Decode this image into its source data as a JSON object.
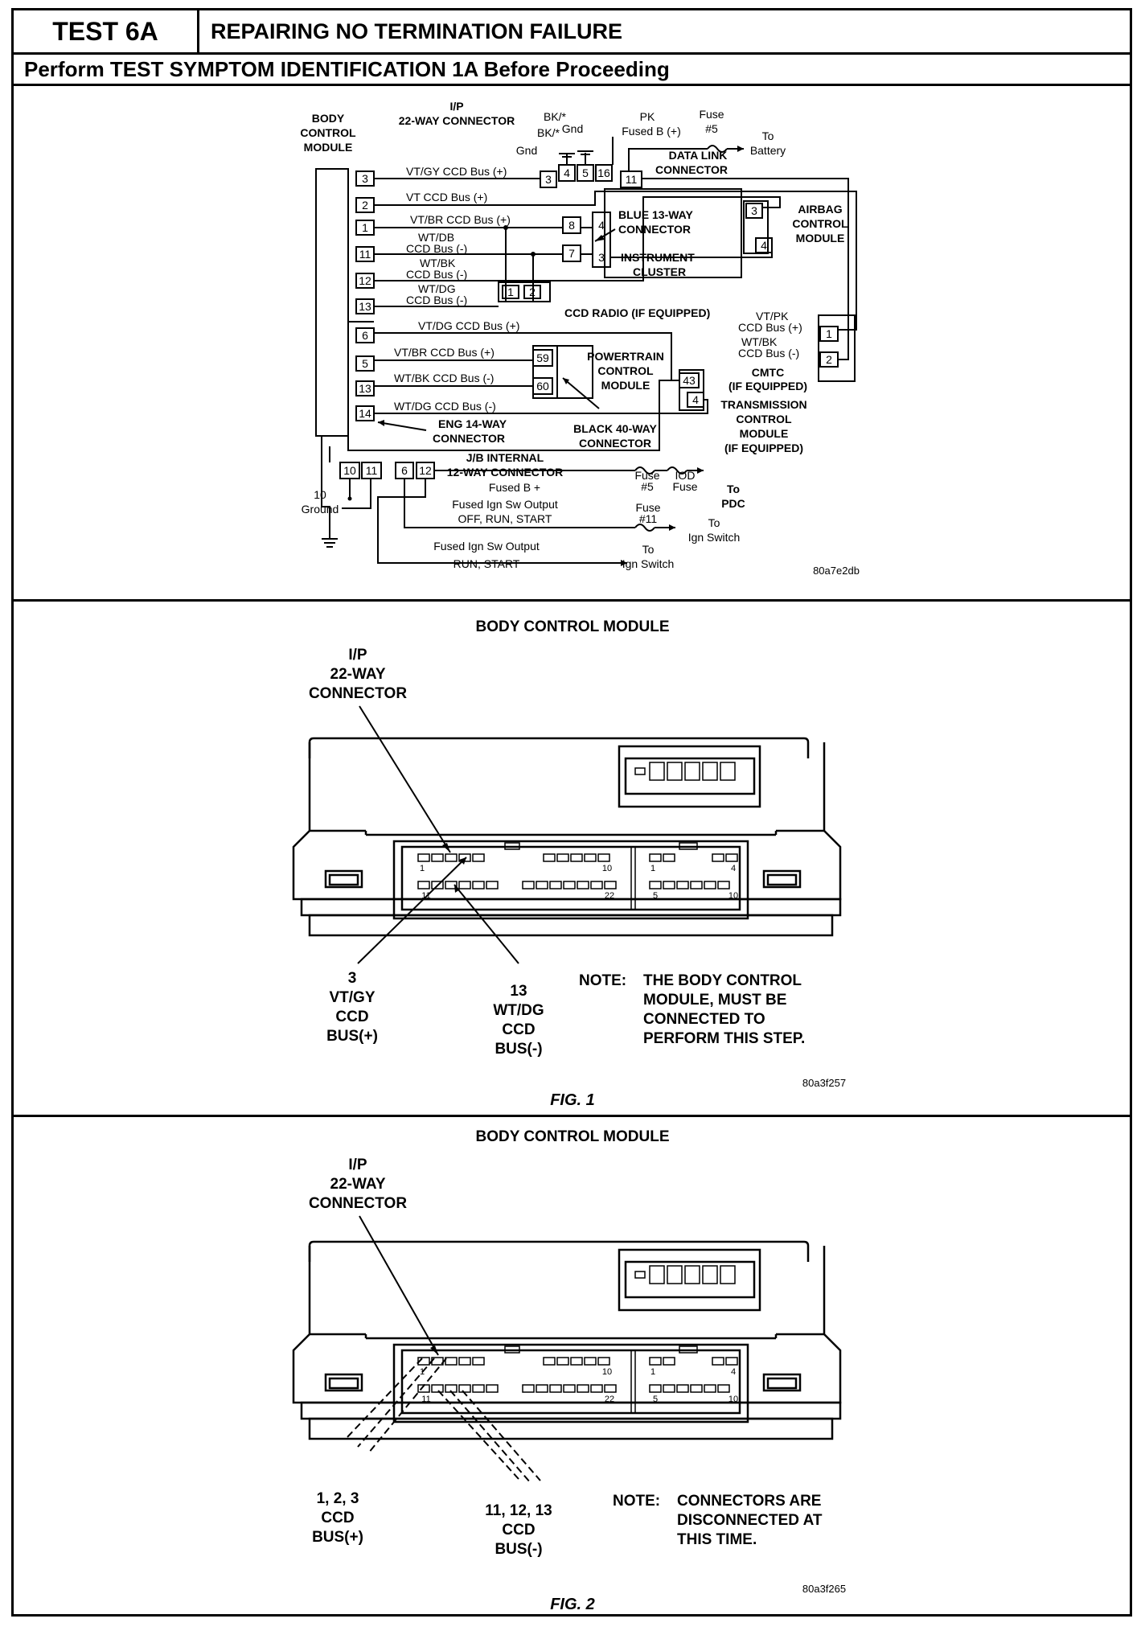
{
  "header": {
    "test_id": "TEST 6A",
    "title": "REPAIRING NO TERMINATION FAILURE",
    "prerequisite": "Perform TEST SYMPTOM IDENTIFICATION 1A Before Proceeding"
  },
  "wiring": {
    "bcm_label_1": "BODY",
    "bcm_label_2": "CONTROL",
    "bcm_label_3": "MODULE",
    "ip_label_1": "I/P",
    "ip_label_2": "22-WAY CONNECTOR",
    "bk_gnd_1a": "BK/*",
    "bk_gnd_1b": "Gnd",
    "bk_gnd_2a": "BK/*",
    "bk_gnd_2b": "Gnd",
    "pk_fused_a": "PK",
    "pk_fused_b": "Fused B (+)",
    "fuse5_a": "Fuse",
    "fuse5_b": "#5",
    "to_battery_a": "To",
    "to_battery_b": "Battery",
    "dlc_label_1": "DATA LINK",
    "dlc_label_2": "CONNECTOR",
    "wire_vtgy": "VT/GY  CCD Bus (+)",
    "wire_vt": "VT  CCD Bus (+)",
    "wire_vtbr": "VT/BR  CCD Bus (+)",
    "wire_wtdb_a": "WT/DB",
    "wire_wtdb_b": "CCD Bus (-)",
    "wire_wtbk_a": "WT/BK",
    "wire_wtbk_b": "CCD Bus (-)",
    "wire_wtdg_a": "WT/DG",
    "wire_wtdg_b": "CCD Bus (-)",
    "blue13_a": "BLUE 13-WAY",
    "blue13_b": "CONNECTOR",
    "instr_a": "INSTRUMENT",
    "instr_b": "CLUSTER",
    "airbag_a": "AIRBAG",
    "airbag_b": "CONTROL",
    "airbag_c": "MODULE",
    "radio": "CCD RADIO (IF EQUIPPED)",
    "wire_vtdg": "VT/DG  CCD Bus (+)",
    "wire_vtbr2": "VT/BR  CCD Bus (+)",
    "wire_wtbk2": "WT/BK  CCD Bus (-)",
    "wire_wtdg2": "WT/DG  CCD Bus (-)",
    "cmtc_vtpk_a": "VT/PK",
    "cmtc_vtpk_b": "CCD Bus (+)",
    "cmtc_wtbk_a": "WT/BK",
    "cmtc_wtbk_b": "CCD Bus (-)",
    "cmtc_a": "CMTC",
    "cmtc_b": "(IF EQUIPPED)",
    "pcm_a": "POWERTRAIN",
    "pcm_b": "CONTROL",
    "pcm_c": "MODULE",
    "tcm_a": "TRANSMISSION",
    "tcm_b": "CONTROL",
    "tcm_c": "MODULE",
    "tcm_d": "(IF EQUIPPED)",
    "eng_a": "ENG 14-WAY",
    "eng_b": "CONNECTOR",
    "black40_a": "BLACK 40-WAY",
    "black40_b": "CONNECTOR",
    "jb_a": "J/B INTERNAL",
    "jb_b": "12-WAY CONNECTOR",
    "fused_b_plus": "Fused B +",
    "fuse5b_a": "Fuse",
    "fuse5b_b": "#5",
    "iod_a": "IOD",
    "iod_b": "Fuse",
    "to_pdc_a": "To",
    "to_pdc_b": "PDC",
    "ground_a": "10",
    "ground_b": "Ground",
    "ign1_a": "Fused Ign Sw Output",
    "ign1_b": "OFF, RUN, START",
    "fuse11_a": "Fuse",
    "fuse11_b": "#11",
    "to_ign_a": "To",
    "to_ign_b": "Ign Switch",
    "ign2_a": "Fused Ign Sw Output",
    "ign2_b": "RUN, START",
    "to_ign2_a": "To",
    "to_ign2_b": "Ign Switch",
    "code": "80a7e2db",
    "pins": {
      "p3": "3",
      "p2": "2",
      "p1": "1",
      "p11": "11",
      "p12": "12",
      "p13": "13",
      "p6": "6",
      "p5": "5",
      "p13b": "13",
      "p14": "14",
      "d3": "3",
      "d4": "4",
      "d5": "5",
      "d16": "16",
      "d11": "11",
      "b8": "8",
      "b4": "4",
      "b7": "7",
      "b3": "3",
      "a3": "3",
      "a4": "4",
      "r1": "1",
      "r2": "2",
      "c1": "1",
      "c2": "2",
      "pc59": "59",
      "pc60": "60",
      "t43": "43",
      "t4": "4",
      "j10": "10",
      "j11": "11",
      "j6": "6",
      "j12": "12"
    }
  },
  "fig1": {
    "title": "BODY CONTROL MODULE",
    "conn_a": "I/P",
    "conn_b": "22-WAY",
    "conn_c": "CONNECTOR",
    "pin3_a": "3",
    "pin3_b": "VT/GY",
    "pin3_c": "CCD",
    "pin3_d": "BUS(+)",
    "pin13_a": "13",
    "pin13_b": "WT/DG",
    "pin13_c": "CCD",
    "pin13_d": "BUS(-)",
    "note_label": "NOTE:",
    "note_1": "THE BODY CONTROL",
    "note_2": "MODULE, MUST BE",
    "note_3": "CONNECTED TO",
    "note_4": "PERFORM THIS STEP.",
    "code": "80a3f257",
    "caption": "FIG. 1",
    "cav": {
      "n1": "1",
      "n10": "10",
      "n1b": "1",
      "n4": "4",
      "n11": "11",
      "n22": "22",
      "n5": "5",
      "n10b": "10"
    }
  },
  "fig2": {
    "title": "BODY CONTROL MODULE",
    "conn_a": "I/P",
    "conn_b": "22-WAY",
    "conn_c": "CONNECTOR",
    "pins_a": "1, 2, 3",
    "pins_b": "CCD",
    "pins_c": "BUS(+)",
    "pins2_a": "11, 12, 13",
    "pins2_b": "CCD",
    "pins2_c": "BUS(-)",
    "note_label": "NOTE:",
    "note_1": "CONNECTORS ARE",
    "note_2": "DISCONNECTED AT",
    "note_3": "THIS TIME.",
    "code": "80a3f265",
    "caption": "FIG. 2",
    "cav": {
      "n1": "1",
      "n10": "10",
      "n1b": "1",
      "n4": "4",
      "n11": "11",
      "n22": "22",
      "n5": "5",
      "n10b": "10"
    }
  }
}
